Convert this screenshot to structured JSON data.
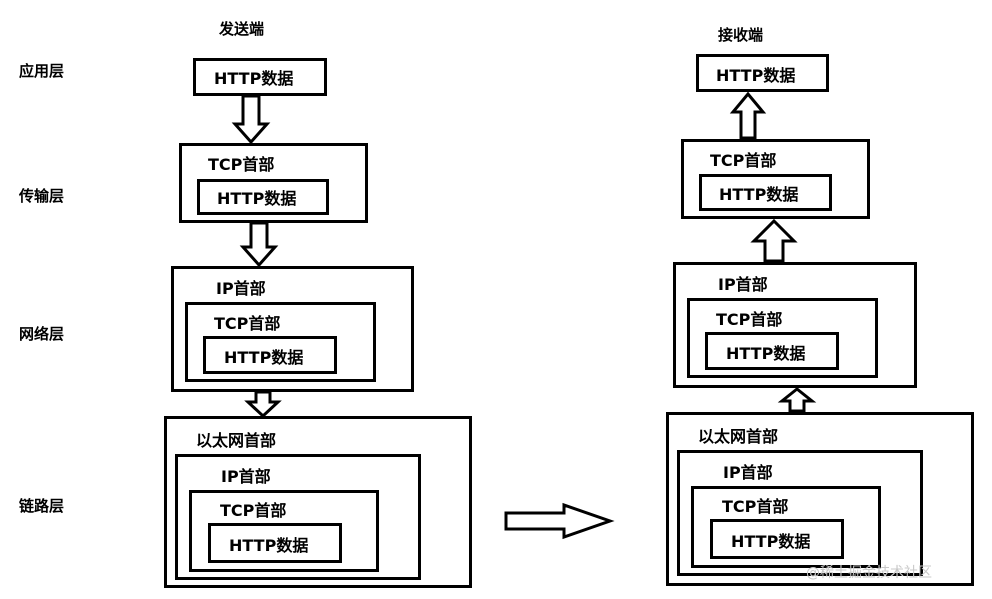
{
  "layers": {
    "application": "应用层",
    "transport": "传输层",
    "network": "网络层",
    "link": "链路层"
  },
  "sender": {
    "title": "发送端",
    "app": {
      "http": "HTTP数据"
    },
    "transport": {
      "tcp": "TCP首部",
      "http": "HTTP数据"
    },
    "network": {
      "ip": "IP首部",
      "tcp": "TCP首部",
      "http": "HTTP数据"
    },
    "link": {
      "eth": "以太网首部",
      "ip": "IP首部",
      "tcp": "TCP首部",
      "http": "HTTP数据"
    }
  },
  "receiver": {
    "title": "接收端",
    "app": {
      "http": "HTTP数据"
    },
    "transport": {
      "tcp": "TCP首部",
      "http": "HTTP数据"
    },
    "network": {
      "ip": "IP首部",
      "tcp": "TCP首部",
      "http": "HTTP数据"
    },
    "link": {
      "eth": "以太网首部",
      "ip": "IP首部",
      "tcp": "TCP首部",
      "http": "HTTP数据"
    }
  },
  "watermark": "@稀土掘金技术社区"
}
